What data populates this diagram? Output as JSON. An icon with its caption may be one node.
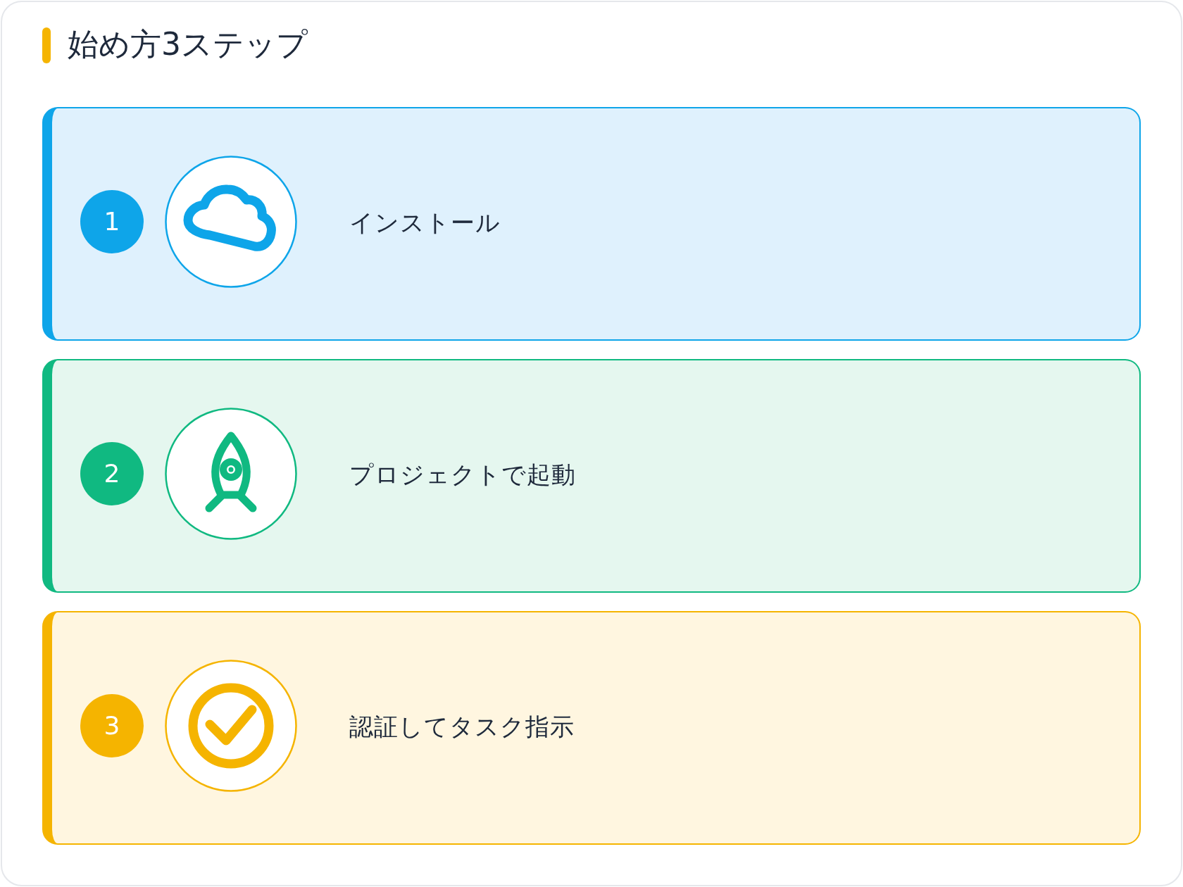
{
  "diagram": {
    "title": "始め方3ステップ",
    "nodes": [
      {
        "text": [
          "インストール"
        ]
      },
      {
        "text": [
          "1"
        ],
        "in": 0
      },
      {
        "text": [
          "プロジェクトで起動"
        ]
      },
      {
        "text": [
          "2"
        ],
        "in": 2
      },
      {
        "text": [
          "認証してタスク指示"
        ]
      },
      {
        "text": [
          "3"
        ],
        "in": 4
      }
    ],
    "edges": []
  }
}
